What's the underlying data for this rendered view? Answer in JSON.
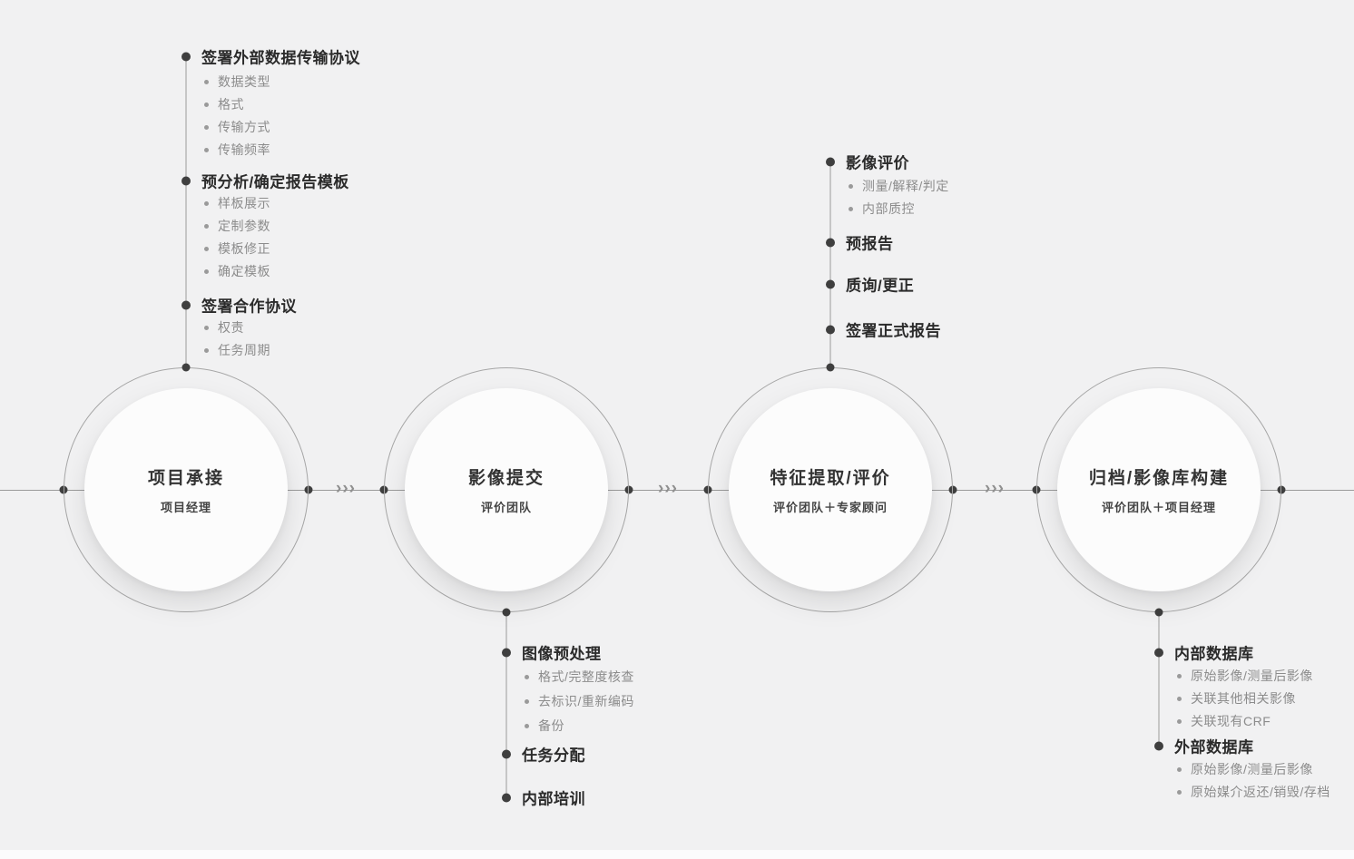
{
  "diagram": {
    "type": "process-flow",
    "arrow_glyph": "›››",
    "colors": {
      "background": "#f1f1f2",
      "line": "#9b9b9b",
      "dot": "#3f3f3f",
      "ring": "#a6a6a6",
      "arrow": "#8f8f8f",
      "circle-fill": "#fcfcfc",
      "title-text": "#333333",
      "subtitle-text": "#444444",
      "header-text": "#2b2b2b",
      "sub-text": "#8c8c8c",
      "sub-bullet": "#9a9a9a"
    },
    "nodes": [
      {
        "title": "项目承接",
        "subtitle": "项目经理",
        "annotation_side": "up",
        "groups": [
          {
            "title": "签署外部数据传输协议",
            "items": [
              "数据类型",
              "格式",
              "传输方式",
              "传输频率"
            ]
          },
          {
            "title": "预分析/确定报告模板",
            "items": [
              "样板展示",
              "定制参数",
              "模板修正",
              "确定模板"
            ]
          },
          {
            "title": "签署合作协议",
            "items": [
              "权责",
              "任务周期"
            ]
          }
        ]
      },
      {
        "title": "影像提交",
        "subtitle": "评价团队",
        "annotation_side": "down",
        "groups": [
          {
            "title": "图像预处理",
            "items": [
              "格式/完整度核查",
              "去标识/重新编码",
              "备份"
            ]
          },
          {
            "title": "任务分配",
            "items": []
          },
          {
            "title": "内部培训",
            "items": []
          }
        ]
      },
      {
        "title": "特征提取/评价",
        "subtitle": "评价团队＋专家顾问",
        "annotation_side": "up",
        "groups": [
          {
            "title": "影像评价",
            "items": [
              "测量/解释/判定",
              "内部质控"
            ]
          },
          {
            "title": "预报告",
            "items": []
          },
          {
            "title": "质询/更正",
            "items": []
          },
          {
            "title": "签署正式报告",
            "items": []
          }
        ]
      },
      {
        "title": "归档/影像库构建",
        "subtitle": "评价团队＋项目经理",
        "annotation_side": "down",
        "groups": [
          {
            "title": "内部数据库",
            "items": [
              "原始影像/测量后影像",
              "关联其他相关影像",
              "关联现有CRF"
            ]
          },
          {
            "title": "外部数据库",
            "items": [
              "原始影像/测量后影像",
              "原始媒介返还/销毁/存档"
            ]
          }
        ]
      }
    ]
  }
}
